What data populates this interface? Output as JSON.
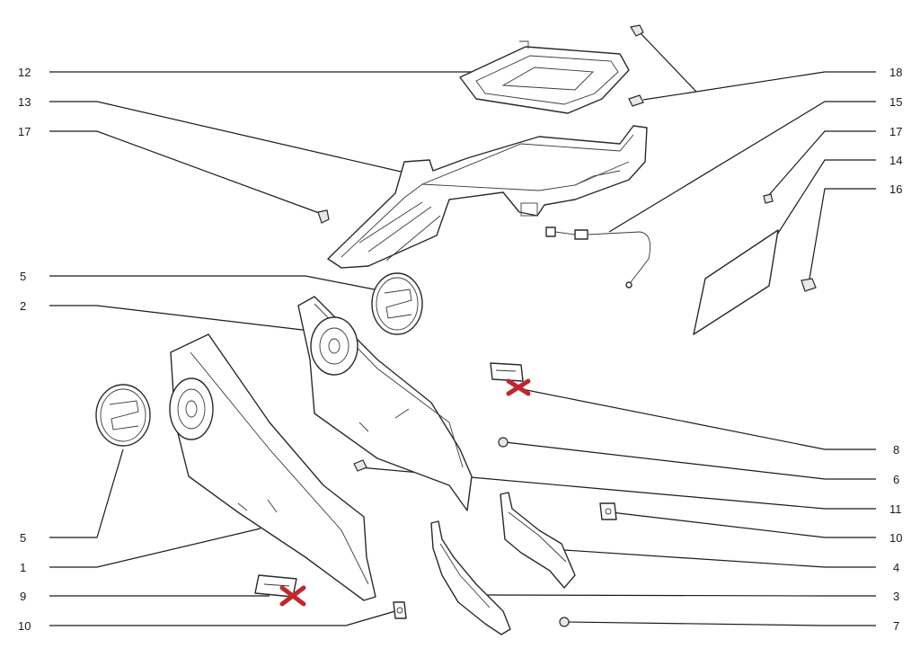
{
  "callouts": {
    "c12": "12",
    "c13": "13",
    "c17a": "17",
    "c5a": "5",
    "c2": "2",
    "c5b": "5",
    "c1": "1",
    "c9": "9",
    "c10a": "10",
    "c18": "18",
    "c15": "15",
    "c17b": "17",
    "c14": "14",
    "c16": "16",
    "c8": "8",
    "c6": "6",
    "c11": "11",
    "c10b": "10",
    "c4": "4",
    "c3": "3",
    "c7": "7"
  },
  "colors": {
    "line": "#1a1a1a",
    "not_supplied_mark": "#c0272d",
    "background": "#ffffff"
  }
}
